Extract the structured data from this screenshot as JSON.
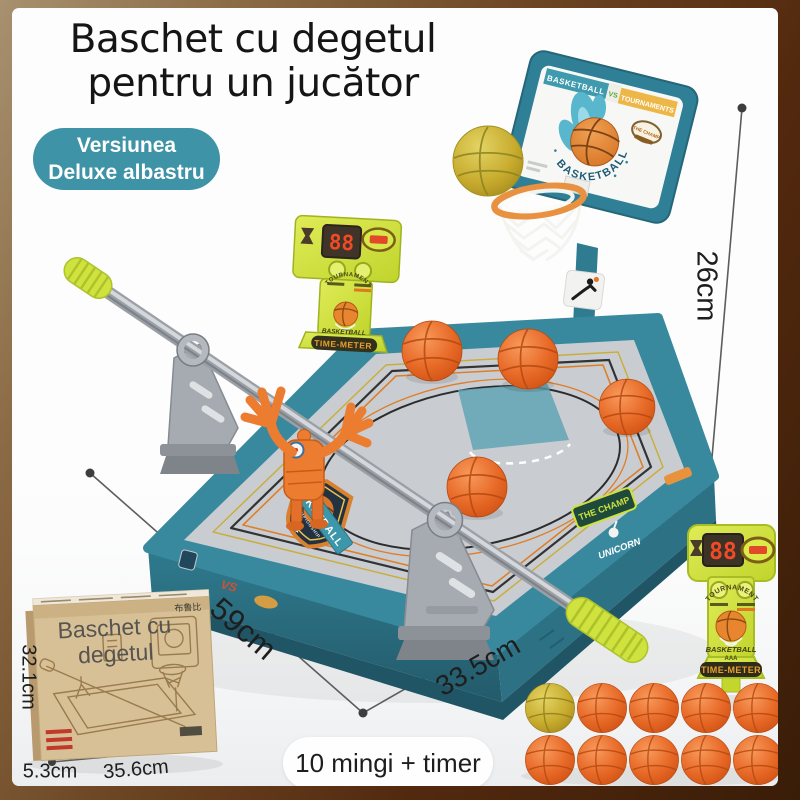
{
  "header": {
    "title_line1": "Baschet cu degetul",
    "title_line2": "pentru un jucător",
    "variant_badge": {
      "line1": "Versiunea",
      "line2": "Deluxe albastru"
    }
  },
  "measurements": {
    "stand_height": "26cm",
    "board_length": "59cm",
    "board_width": "33.5cm",
    "box_height": "32.1cm",
    "box_width": "35.6cm",
    "box_depth": "5.3cm"
  },
  "caption": {
    "included_items": "10 mingi + timer"
  },
  "backboard": {
    "banner_left": "BASKETBALL",
    "banner_vs": "VS",
    "banner_right": "TOURNAMENTS",
    "arc_logo": "BASKETBALL",
    "champ_badge": "THE CHAMP"
  },
  "board": {
    "shield_ribbon": "BASKETBALL",
    "shield_subtitle": "CHAMPIONSHIP",
    "shield_star": "★",
    "sticker_vs": "VS",
    "sticker_champ": "THE CHAMP",
    "sticker_brand": "UNICORN"
  },
  "timer": {
    "display": "88",
    "arc_title": "TOURNAMENT",
    "logo_text": "BASKETBALL",
    "battery": "AAA",
    "label": "TIME-METER"
  },
  "box": {
    "overlay_line1": "Baschet cu",
    "overlay_line2": "degetul",
    "brand_mark": "布鲁比"
  },
  "balls": {
    "total": 10,
    "yellow": 1,
    "orange": 9
  },
  "colors": {
    "accent_teal": "#3e93a6",
    "board_teal": "#38899e",
    "lime_green": "#cfe23d",
    "ball_orange": "#e2601f",
    "ball_yellow": "#d0b22e",
    "kraft_box": "#d8c096",
    "frame_brown": "#6b4422"
  }
}
